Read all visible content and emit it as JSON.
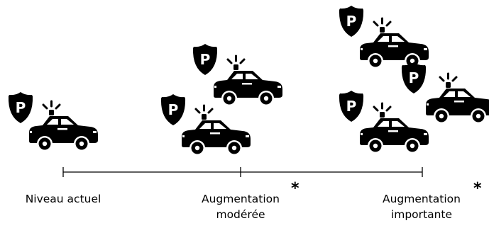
{
  "figure": {
    "levels": [
      {
        "line1": "Niveau actuel",
        "line2": "",
        "asterisk": "",
        "police_units": 1
      },
      {
        "line1": "Augmentation",
        "line2": "modérée",
        "asterisk": "*",
        "police_units": 2
      },
      {
        "line1": "Augmentation",
        "line2": "importante",
        "asterisk": "*",
        "police_units": 3
      }
    ],
    "icons": {
      "badge": "police-badge-icon",
      "badge_letter": "P",
      "vehicle": "police-car-icon"
    },
    "colors": {
      "ink": "#000000",
      "background": "#ffffff"
    }
  }
}
